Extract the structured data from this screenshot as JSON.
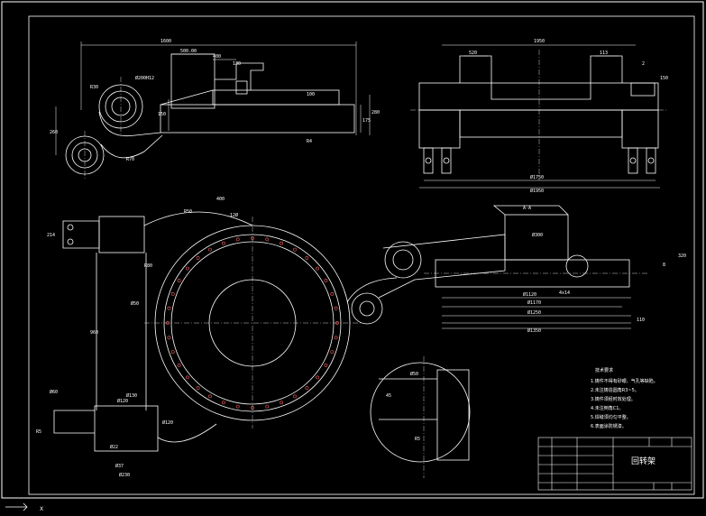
{
  "drawing": {
    "title_block_name": "回转架",
    "notes_heading": "技术要求",
    "notes": [
      "1.铸件不得有砂眼、气孔等缺陷。",
      "2.未注铸造圆角R3~5。",
      "3.铸件须经时效处理。",
      "4.未注倒角C1。",
      "5.焊缝须均匀平整。",
      "6.表面涂防锈漆。"
    ],
    "top_left_view": {
      "overall_width": "1600",
      "d1": "500.00",
      "d2": "400",
      "d3": "130",
      "hole_callout": "Ø200H12",
      "d4": "150",
      "d5": "175",
      "d6": "280",
      "d7": "260",
      "d8": "100",
      "d9": "R30",
      "d10": "R70",
      "d11": "R4"
    },
    "top_right_view": {
      "overall_width": "1950",
      "d1": "520",
      "d2": "113",
      "d3": "2",
      "d4": "150",
      "d5": "Ø1750",
      "d6": "Ø1950"
    },
    "main_view": {
      "d1": "400",
      "d2": "12Ø",
      "d3": "R50",
      "d4": "Ø50",
      "d5": "Ø120",
      "d6": "960",
      "d7": "R80",
      "d8": "214"
    },
    "section_view": {
      "label": "A-A",
      "d1": "Ø300",
      "d2": "Ø1170",
      "d3": "Ø1120",
      "d4": "Ø1250",
      "d5": "Ø1350",
      "d6": "4x14",
      "d7": "8",
      "d8": "320",
      "d9": "110"
    },
    "detail_view": {
      "d1": "Ø50",
      "d2": "45",
      "d3": "R5"
    },
    "lower_left_detail": {
      "d1": "Ø60",
      "d2": "Ø120",
      "d3": "Ø130",
      "d4": "Ø230",
      "d5": "Ø37",
      "d6": "Ø22",
      "d7": "R5"
    },
    "ucs_label": "X"
  },
  "colors": {
    "background": "#000000",
    "lines": "#ffffff",
    "holes": "#ff6666"
  }
}
